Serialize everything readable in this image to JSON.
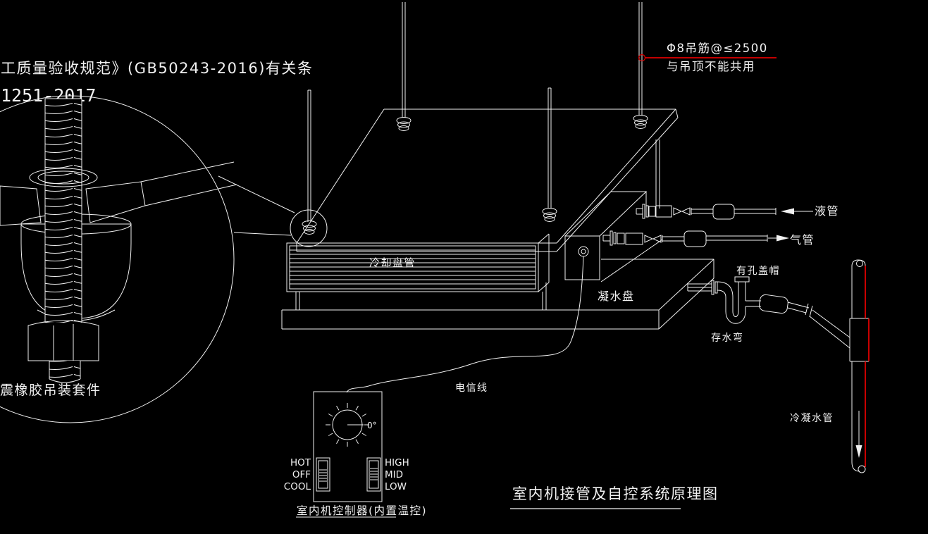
{
  "colors": {
    "bg": "#000000",
    "line": "#f1f1f1",
    "red": "#e00000"
  },
  "top_notes": {
    "line1": "工质量验收规范》(GB50243-2016)有关条",
    "line2": "1251-2017"
  },
  "hanger_note": {
    "line1": "Φ8吊筋@≤2500",
    "line2": "与吊顶不能共用"
  },
  "detail": {
    "label": "震橡胶吊装套件"
  },
  "unit": {
    "coil_label": "冷却盘管",
    "pan_label": "凝水盘"
  },
  "piping": {
    "liquid_label": "液管",
    "gas_label": "气管",
    "vent_cap_label": "有孔盖帽",
    "trap_label": "存水弯",
    "condensate_label": "冷凝水管",
    "signal_label": "电信线"
  },
  "thermostat": {
    "dial_value": "0°",
    "mode_labels": [
      "HOT",
      "OFF",
      "COOL"
    ],
    "fan_labels": [
      "HIGH",
      "MID",
      "LOW"
    ],
    "caption": "室内机控制器(内置温控)"
  },
  "title": "室内机接管及自控系统原理图"
}
